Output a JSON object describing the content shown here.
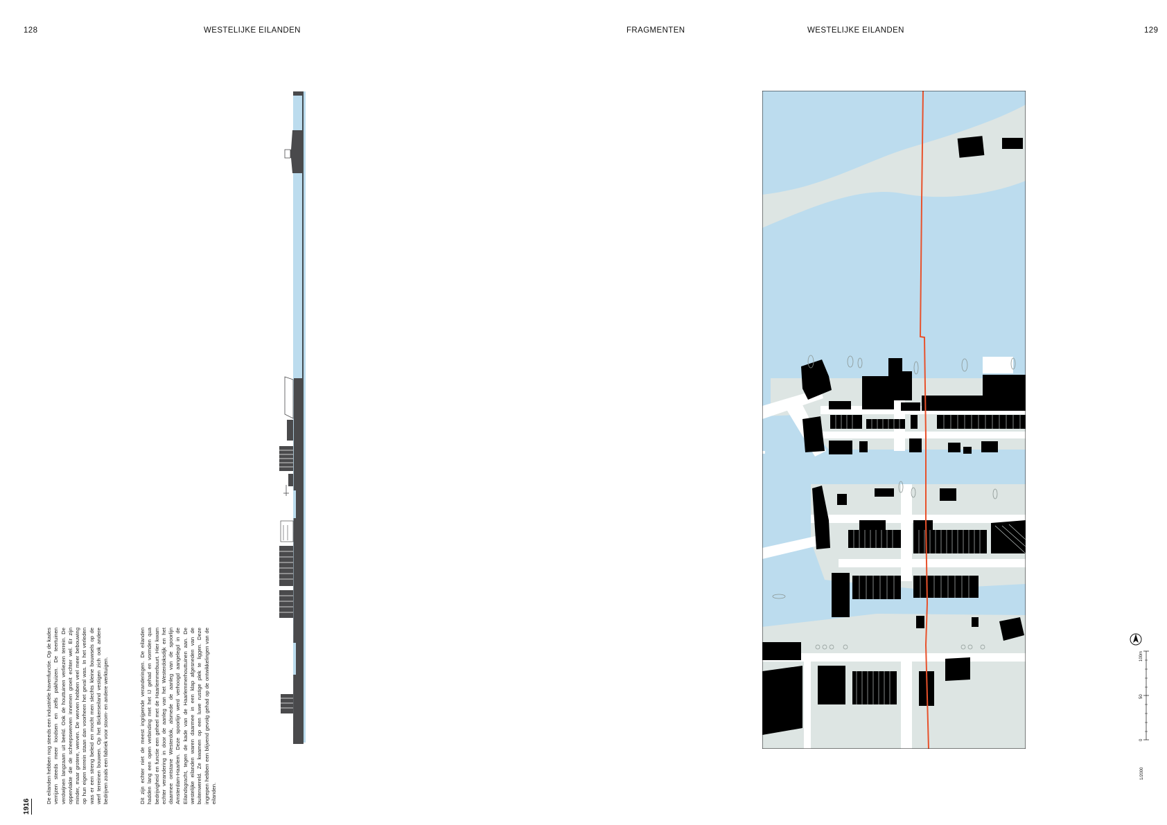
{
  "header": {
    "left_page_number": "128",
    "left_title": "WESTELIJKE EILANDEN",
    "section": "FRAGMENTEN",
    "right_title": "WESTELIJKE EILANDEN",
    "right_page_number": "129"
  },
  "year": "1916",
  "paragraph1": "De eilanden hebben nog steeds een industriële havenfunctie. Op de kades verrijzen steeds meer loodsen en zelfs pakhuizen. De teertuinen verdwijnen langzaam uit beeld. Ook de houttuinen verliezen terrein. De oppervlakte die de scheepswerven innemen groeit echter wel. Er zijn minder, maar grotere, werven. De werven hebben veel meer bebouwing op hun eigen terrein staan dan voorheen het geval was. In het verleden was er een streng beleid en mocht men slechts kleine bouwsels op de werf terreinen bouwen. Op het Bickerseiland vestigen zich ook andere bedrijven zoals een fabriek voor stoom- en andere werktuigen.",
  "paragraph2": "Dit zijn echter niet de meest ingrijpende veranderingen. De eilanden hadden lang een open verbinding met het IJ gehad en vormden qua bedrijvigheid en functie een geheel met de Haarlemmerbuurt. Hier kwam echter verandering in door de aanleg van het Westerdoksdijk en het daarmee ontstane Westerdok, alsmede de aanleg van de spoorlijn Amsterdam-Haarlem. Deze spoorlijn werd verhoogd aangelegd in de Eilandsgracht, tegen de kade van de Haarlemmerhouttuinen aan. De westelijke eilanden waren daarmee in een klap afgesneden van de buitenwereld. Ze kwamen op een luwe rustige plek te liggen. Deze ingrepen hebben een blijvend gevolg gehad op de ontwikkelingen van de eilanden.",
  "scale": {
    "ticks": [
      "100m",
      "50",
      "0"
    ],
    "ratio": "1/2000"
  },
  "colors": {
    "water": "#bcdcee",
    "ground": "#dde5e3",
    "building": "#000000",
    "section_line": "#e8512b",
    "section_dark": "#4a4a4c"
  }
}
